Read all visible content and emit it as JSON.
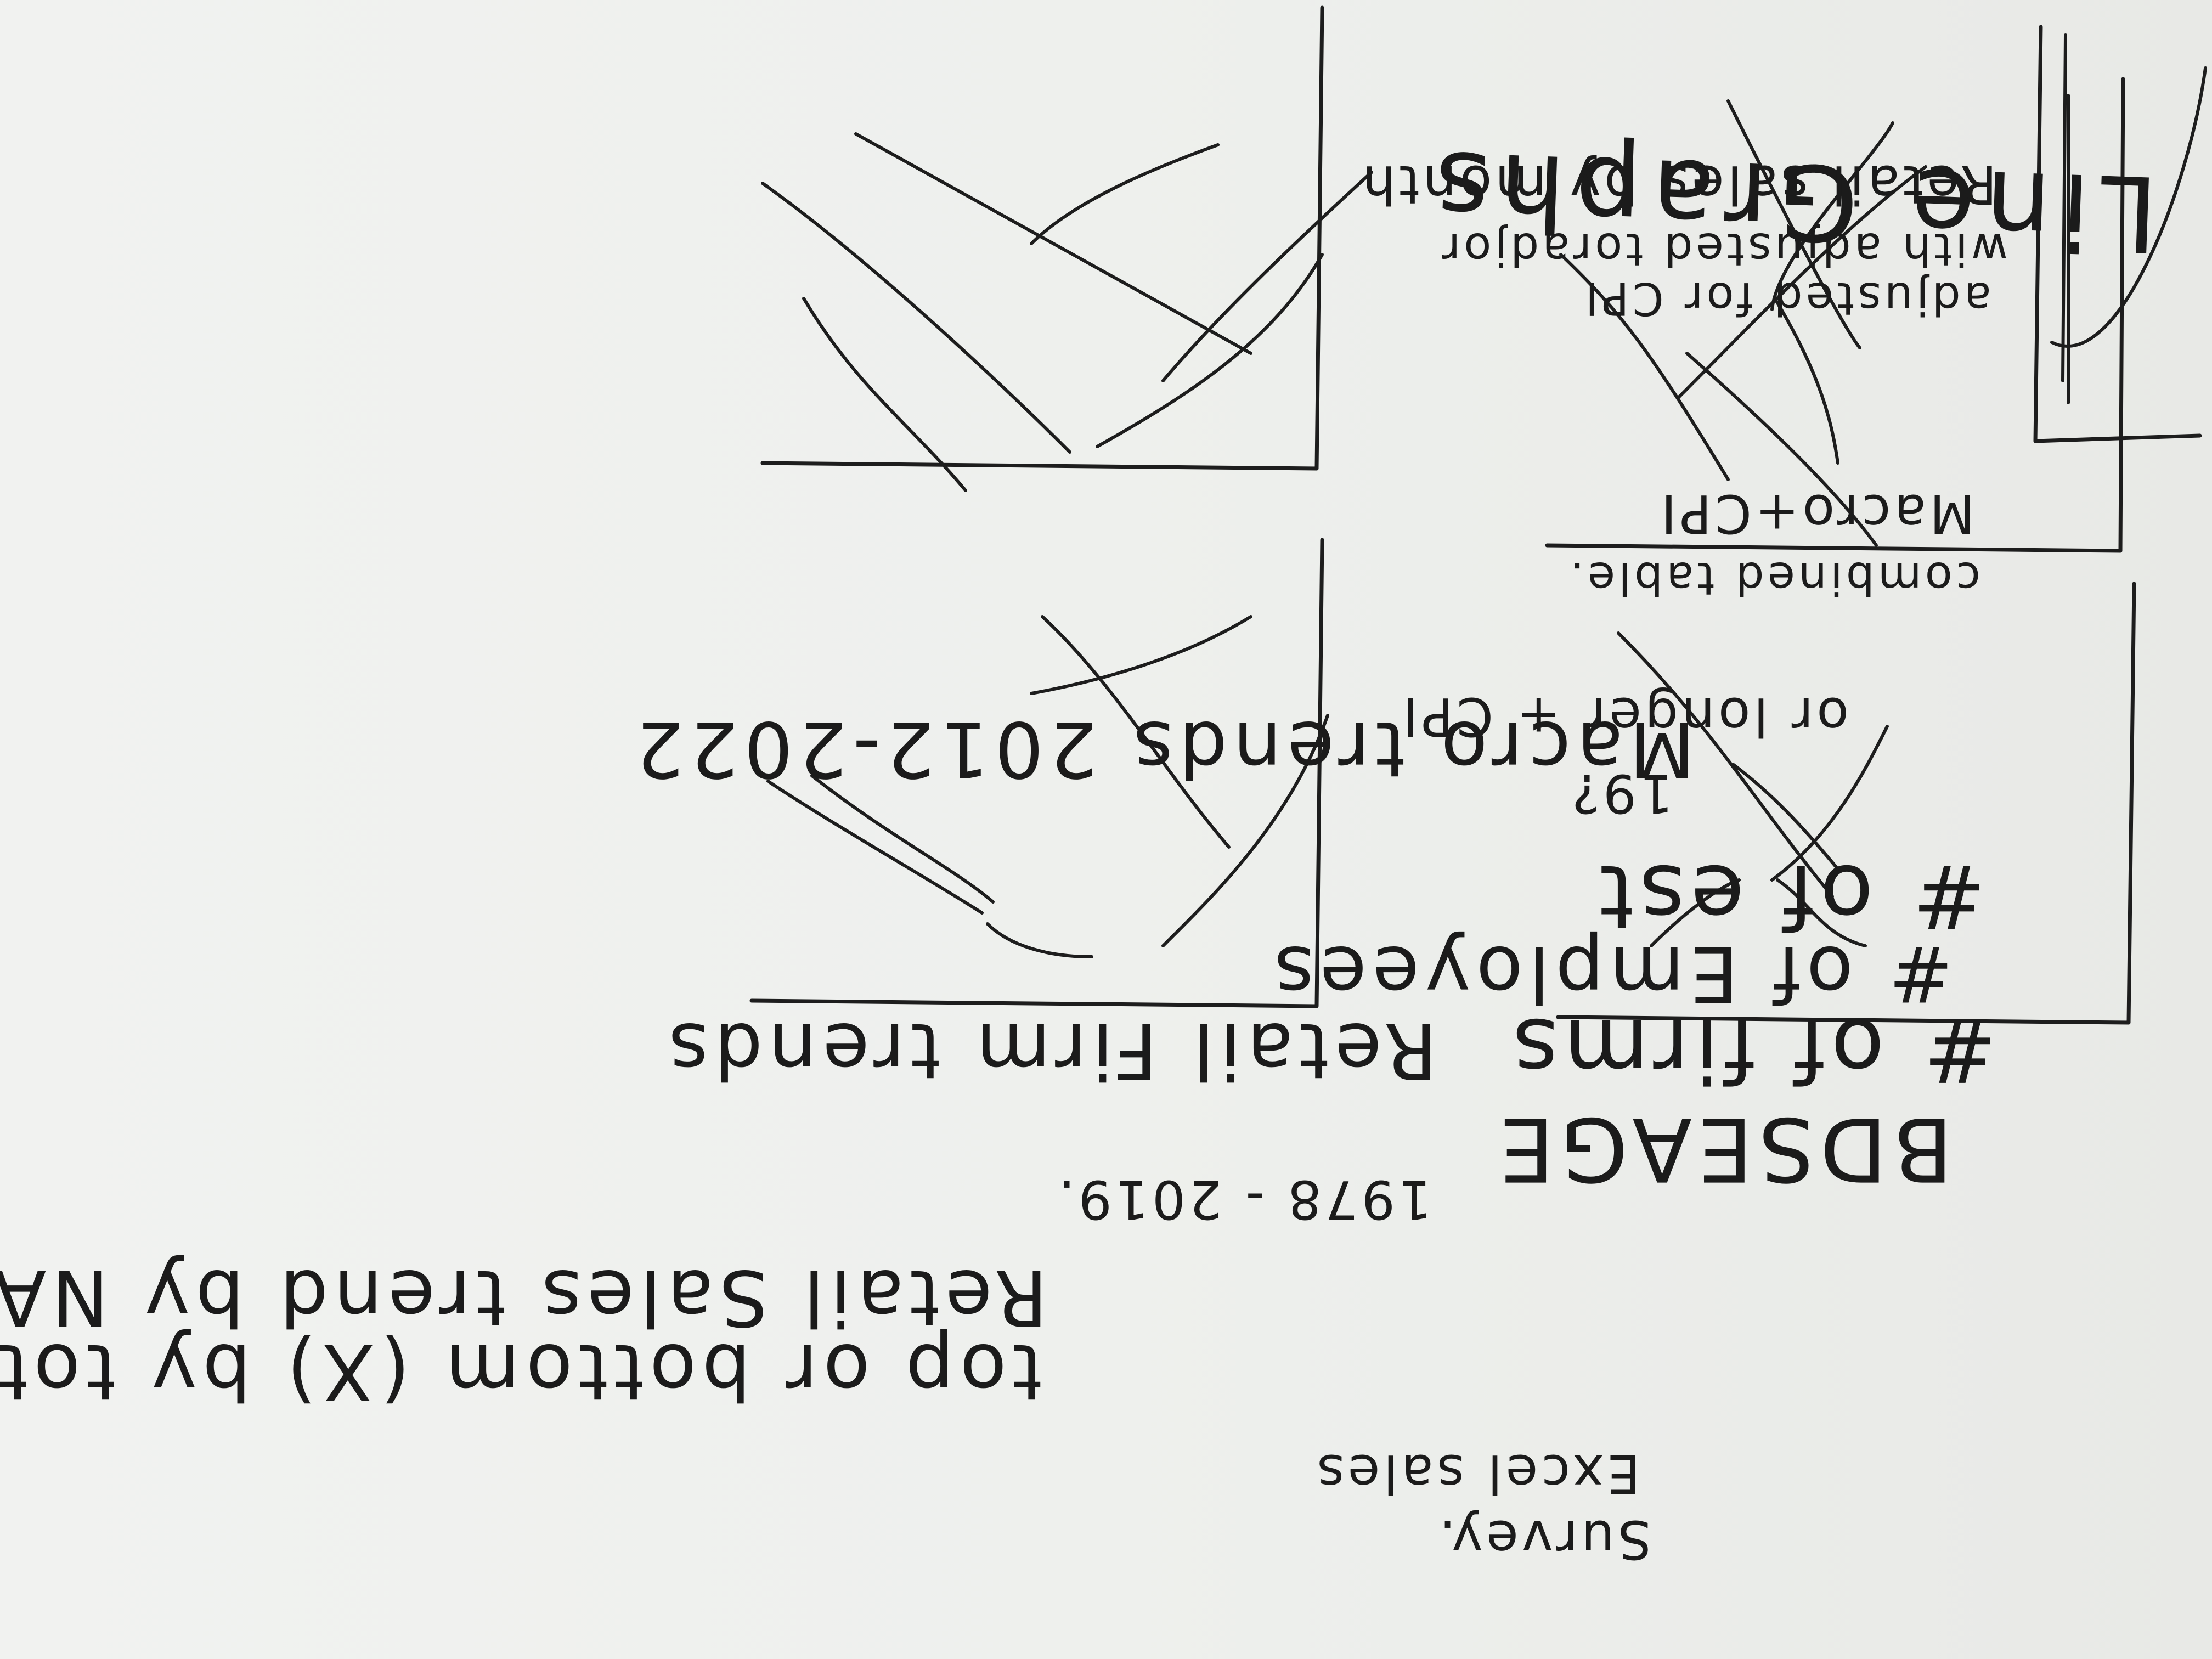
{
  "page": {
    "title": "Line Graphs"
  },
  "sketches": [
    {
      "id": "retail-sales-month",
      "notes": [
        "Retail sales by month",
        "with adjusted toradjor",
        "adjusted for CPI"
      ]
    },
    {
      "id": "macro-cpi",
      "notes": [
        "Macro+CPI",
        "combined table."
      ]
    },
    {
      "id": "macro-trends",
      "label": "Macro trends 2012-2022",
      "aside": "or longer + CPI",
      "aside2": "19?",
      "notes": [
        "# of est",
        "# of Employees",
        "# of firms",
        "BDSEAGE"
      ]
    },
    {
      "id": "retail-firm-trends",
      "label": "Retail Firm trends",
      "range": "1978 - 2019."
    },
    {
      "id": "retail-sales-naics",
      "label": "Retail Sales trend by NAICS",
      "label2": "top or bottom (X) by total",
      "notes": [
        "Excel sales",
        "Survey."
      ]
    }
  ]
}
